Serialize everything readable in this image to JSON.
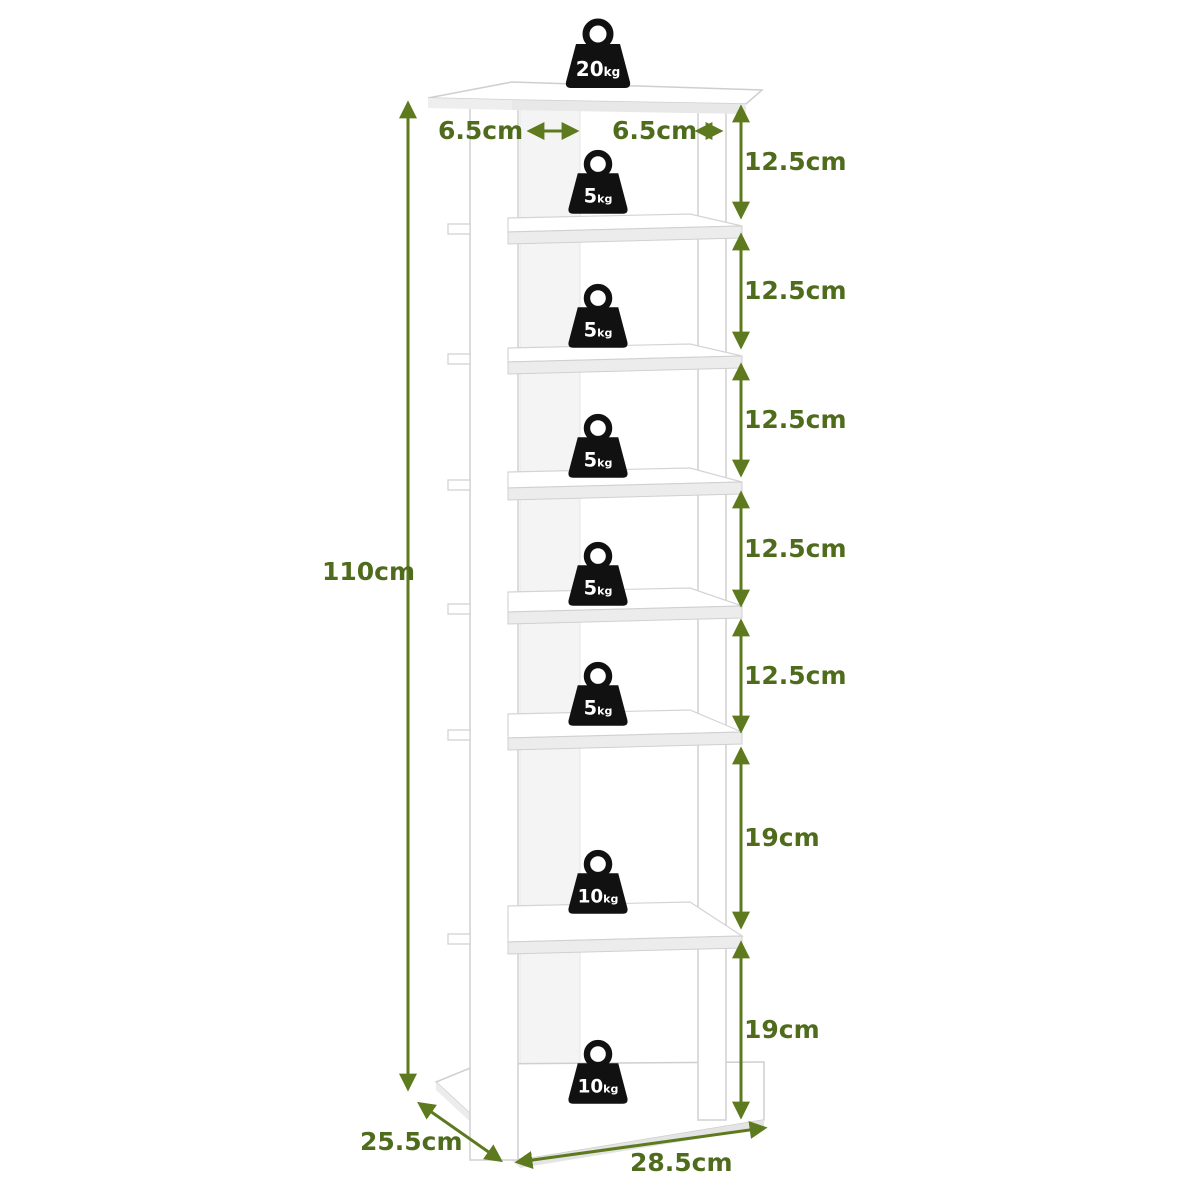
{
  "colors": {
    "dimension": "#5e7a1e",
    "weight_icon": "#111111",
    "shelf": "#ffffff",
    "shelf_edge": "#d8d8d8"
  },
  "weights": [
    {
      "value": "20",
      "unit": "kg"
    },
    {
      "value": "5",
      "unit": "kg"
    },
    {
      "value": "5",
      "unit": "kg"
    },
    {
      "value": "5",
      "unit": "kg"
    },
    {
      "value": "5",
      "unit": "kg"
    },
    {
      "value": "5",
      "unit": "kg"
    },
    {
      "value": "10",
      "unit": "kg"
    },
    {
      "value": "10",
      "unit": "kg"
    }
  ],
  "heights": [
    "12.5cm",
    "12.5cm",
    "12.5cm",
    "12.5cm",
    "12.5cm",
    "19cm",
    "19cm"
  ],
  "total_height": "110cm",
  "depth": "25.5cm",
  "width": "28.5cm",
  "gap_left": "6.5cm",
  "gap_right": "6.5cm",
  "icon": "weight-icon"
}
